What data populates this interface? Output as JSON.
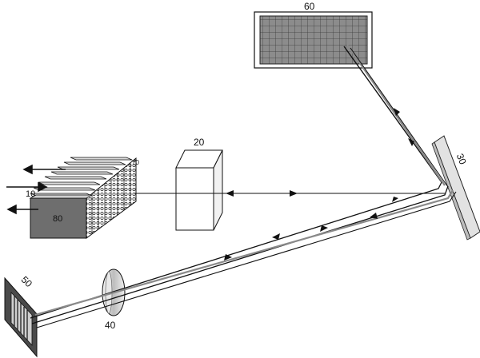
{
  "labels": {
    "c60": "60",
    "c20": "20",
    "c30": "30",
    "c10": "10",
    "c70": "70",
    "c80": "80",
    "c50": "50",
    "c40": "40"
  },
  "colors": {
    "stroke": "#111111",
    "beam_gray": "#8a8a8a",
    "block_dark": "#6e6e6e",
    "block_light": "#d9d9d9",
    "grid_fill": "#8c8c8c",
    "background": "#ffffff"
  }
}
